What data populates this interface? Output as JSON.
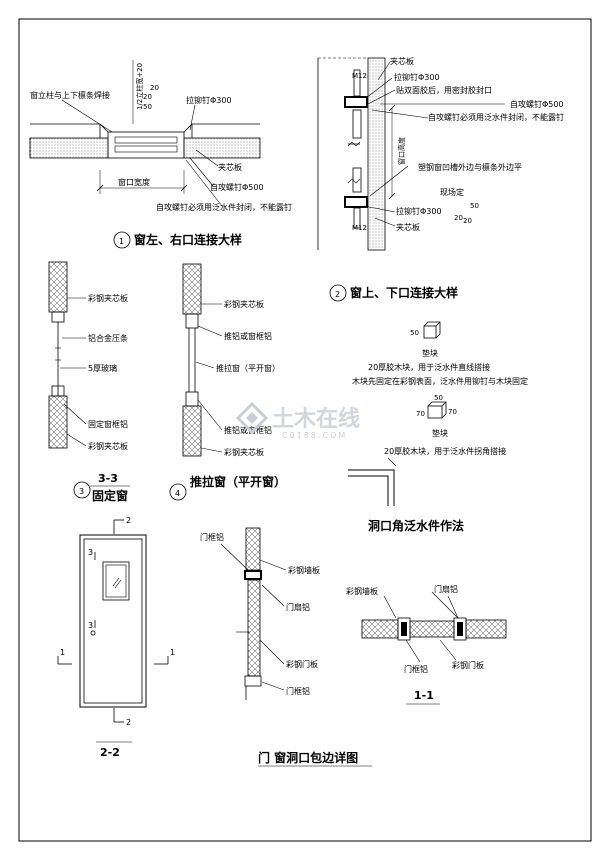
{
  "watermark": {
    "name": "土木在线",
    "url": "C0188.COM"
  },
  "detail_1": {
    "number": "1",
    "title": "窗左、右口连接大样",
    "label_mullion": "窗立柱与上下檩条焊接",
    "label_rivet": "拉铆钉Φ300",
    "label_sandwich": "夹芯板",
    "label_screw": "自攻螺钉Φ500",
    "label_width": "窗口宽度",
    "label_note": "自攻螺钉必须用泛水件封闭，不能露钉",
    "dim_20a": "20",
    "dim_20b": "20",
    "dim_50": "50",
    "dim_vertical": "1/2立柱宽+20"
  },
  "detail_2": {
    "number": "2",
    "title": "窗上、下口连接大样",
    "label_sandwich_top": "夹芯板",
    "label_m12_top": "M12",
    "label_rivet_top": "拉铆钉Φ300",
    "label_glue": "贴双面胶后，用密封胶封口",
    "label_screw": "自攻螺钉Φ500",
    "label_note": "自攻螺钉必须用泛水件封闭，不能露钉",
    "label_height": "窗口高度",
    "label_align": "塑钢窗凹槽外边与檩条外边平",
    "label_site": "现场定",
    "dim_50": "50",
    "dim_20a": "20",
    "dim_20b": "20",
    "label_rivet_bot": "拉铆钉Φ300",
    "label_m12_bot": "M12",
    "label_sandwich_bot": "夹芯板"
  },
  "detail_3": {
    "number": "3",
    "section": "3-3",
    "title": "固定窗",
    "label_panel_top": "彩钢夹芯板",
    "label_strip": "铝合金压条",
    "label_glass": "5厚玻璃",
    "label_frame": "固定窗框铝",
    "label_panel_bot": "彩钢夹芯板"
  },
  "detail_4": {
    "number": "4",
    "title": "推拉窗（平开窗）",
    "label_panel_top": "彩钢夹芯板",
    "label_frame_top": "推铝或窗框铝",
    "label_sash": "推拉窗（平开窗）",
    "label_frame_bot": "推铝或窗框铝",
    "label_panel_bot": "彩钢夹芯板"
  },
  "flashing": {
    "title": "洞口角泛水件作法",
    "dim_50": "50",
    "label_pad1": "垫块",
    "note1": "20厚胶木块，用于泛水件直线搭接",
    "note2": "木块先固定在彩钢表面，泛水件用铆钉与木块固定",
    "dim_50b": "50",
    "dim_70a": "70",
    "dim_70b": "70",
    "label_pad2": "垫块",
    "note3": "20厚胶木块，用于泛水件拐角搭接"
  },
  "door": {
    "mark_2_top": "2",
    "mark_3_top": "3",
    "mark_3_bot": "3",
    "mark_1_left": "1",
    "mark_1_right": "1",
    "mark_2_bot": "2",
    "section": "2-2"
  },
  "door_section_22": {
    "label_door_frame": "门框铝",
    "label_wall_panel": "彩钢墙板",
    "label_door_leaf_al": "门扇铝",
    "label_door_panel": "彩钢门板",
    "label_door_frame_bot": "门框铝"
  },
  "door_section_11": {
    "section": "1-1",
    "label_wall_panel": "彩钢墙板",
    "label_leaf_al": "门扇铝",
    "label_frame_al": "门框铝",
    "label_door_panel": "彩钢门板"
  },
  "footer": {
    "title": "门 窗洞口包边详图"
  }
}
